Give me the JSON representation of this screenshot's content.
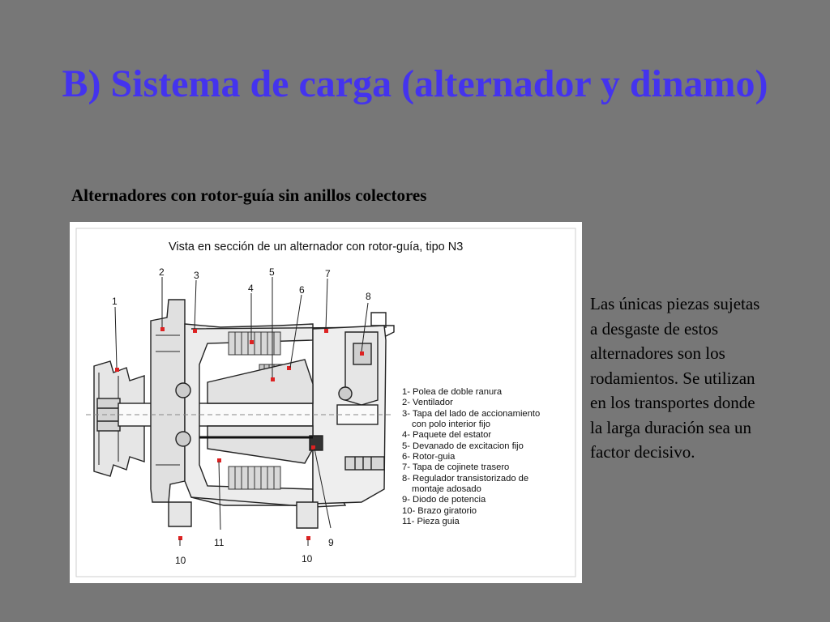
{
  "slide": {
    "title": "B) Sistema de carga (alternador y dinamo)",
    "subtitle": "Alternadores con rotor-guía sin anillos colectores",
    "side_text": "Las únicas piezas sujetas a desgaste de estos alternadores son los rodamientos. Se utilizan en los transportes donde la larga duración sea un factor decisivo."
  },
  "figure": {
    "caption": "Vista en sección de un alternador con rotor-guía, tipo N3",
    "callouts": {
      "c1": "1",
      "c2": "2",
      "c3": "3",
      "c4": "4",
      "c5": "5",
      "c6": "6",
      "c7": "7",
      "c8": "8",
      "c9": "9",
      "c10a": "10",
      "c10b": "10",
      "c11": "11"
    },
    "legend": [
      "1- Polea de doble ranura",
      "2- Ventilador",
      "3- Tapa del lado de accionamiento",
      "con polo interior fijo",
      "4- Paquete del estator",
      "5- Devanado de excitacion fijo",
      "6- Rotor-guia",
      "7- Tapa de cojinete trasero",
      "8- Regulador transistorizado de",
      "montaje adosado",
      "9- Diodo de potencia",
      "10- Brazo giratorio",
      "11- Pieza guia"
    ]
  },
  "colors": {
    "background": "#777777",
    "title": "#4433EE",
    "marker": "#DD2222"
  }
}
